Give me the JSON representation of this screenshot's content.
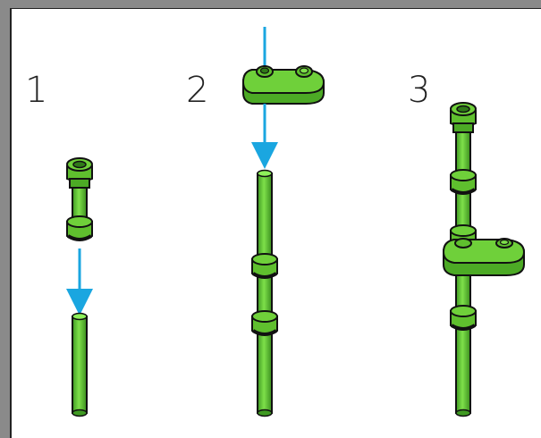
{
  "steps": [
    {
      "number": "1"
    },
    {
      "number": "2"
    },
    {
      "number": "3"
    }
  ],
  "colors": {
    "part_green": "#66cc33",
    "part_dark_green": "#2f7a18",
    "outline": "#111111",
    "arrow": "#1aa6e0",
    "background": "#ffffff",
    "frame": "#8a8a8a"
  }
}
